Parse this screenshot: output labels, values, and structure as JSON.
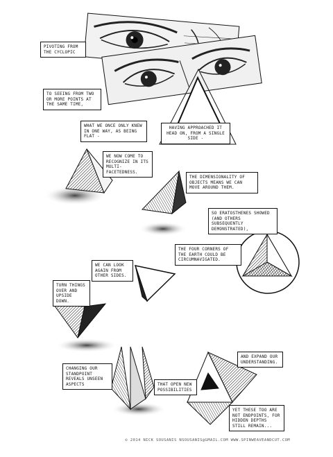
{
  "captions": {
    "c1": "Pivoting from the cyclopic",
    "c2": "To seeing from two or more points at the same time,",
    "c3": "What we once only knew in one way, as being flat -",
    "c4": "Having approached it head on, from a single side -",
    "c5": "We now come to recognize in its multi-facetedness.",
    "c6": "The dimensionality of objects means we can move around them.",
    "c7": "So Eratosthenes showed (and others subsequently demonstrated),",
    "c8": "The four corners of the earth could be circumnavigated.",
    "c9": "We can look again from other sides.",
    "c10": "Turn things over and upside down.",
    "c11": "Changing our standpoint reveals unseen aspects",
    "c12": "that open new possibilities",
    "c13": "and expand our understanding.",
    "c14": "Yet these too are not endpoints, for hidden depths still remain..."
  },
  "footer": "© 2014 Nick Sousanis nsousanis@gmail.com www.spinweaveandcut.com"
}
